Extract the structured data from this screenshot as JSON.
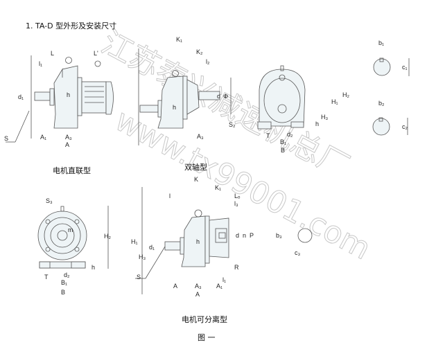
{
  "title": "1. TA-D 型外形及安装尺寸",
  "captions": {
    "motor_direct": "电机直联型",
    "double_shaft": "双轴型",
    "motor_separable": "电机可分离型",
    "figure": "图 一"
  },
  "watermark": {
    "cn": "江苏泰兴减速机总厂",
    "url": "www.tx99001.com"
  },
  "labels": {
    "fig1": {
      "L": "L",
      "L_prime": "L'",
      "l1": "l₁",
      "d1": "d₁",
      "h": "h",
      "S": "S",
      "A1": "A₁",
      "A3": "A₃",
      "A": "A"
    },
    "fig2": {
      "K1": "K₁",
      "K2": "K₂",
      "l2": "l₂",
      "d": "d",
      "phi": "Φ",
      "S2": "S₂",
      "h": "h",
      "A3": "A₃"
    },
    "fig3": {
      "H1": "H₁",
      "H2": "H₂",
      "H3": "H₃",
      "h": "h",
      "T": "T",
      "d2": "d₂",
      "B1": "B₁",
      "B": "B"
    },
    "keys": {
      "b1": "b₁",
      "c1": "c₁",
      "b2": "b₂",
      "c2": "c₂",
      "b3": "b₃",
      "c3": "c₃"
    },
    "fig4": {
      "S3": "S₃",
      "H2": "H₂",
      "h": "h",
      "T": "T",
      "d2": "d₂",
      "B1": "B₁",
      "B": "B",
      "m": "m"
    },
    "fig5": {
      "K": "K",
      "K1": "K₁",
      "l": "l",
      "Lo": "Lₒ",
      "l3": "l₃",
      "H1": "H₁",
      "d1": "d₁",
      "H3": "H₃",
      "h": "h",
      "d": "d",
      "n": "n",
      "P": "P",
      "S": "S",
      "R": "R",
      "A_left": "A",
      "A1": "A₁",
      "A3": "A₃",
      "l1": "l₁",
      "A": "A"
    }
  },
  "colors": {
    "dim_a": "#e0609a",
    "dim_b": "#3aa6d8",
    "dim_c": "#d8c030",
    "dim_d": "#60b870"
  }
}
